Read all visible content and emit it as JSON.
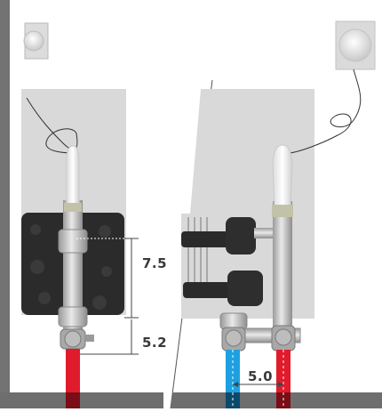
{
  "diagram": {
    "dimensions": {
      "vertical_upper": "7.5",
      "vertical_lower": "5.2",
      "horizontal": "5.0"
    },
    "colors": {
      "wall": "#707070",
      "panel": "#d8d8d8",
      "insulation": "#2a2a2a",
      "pipe_hot": "#e01b2b",
      "pipe_cold": "#1ea0e0",
      "fitting": "#b9b9b9",
      "sensor": "#f2f2f2"
    },
    "icons": [
      "room-thermostat-icon",
      "room-thermostat-icon"
    ]
  }
}
